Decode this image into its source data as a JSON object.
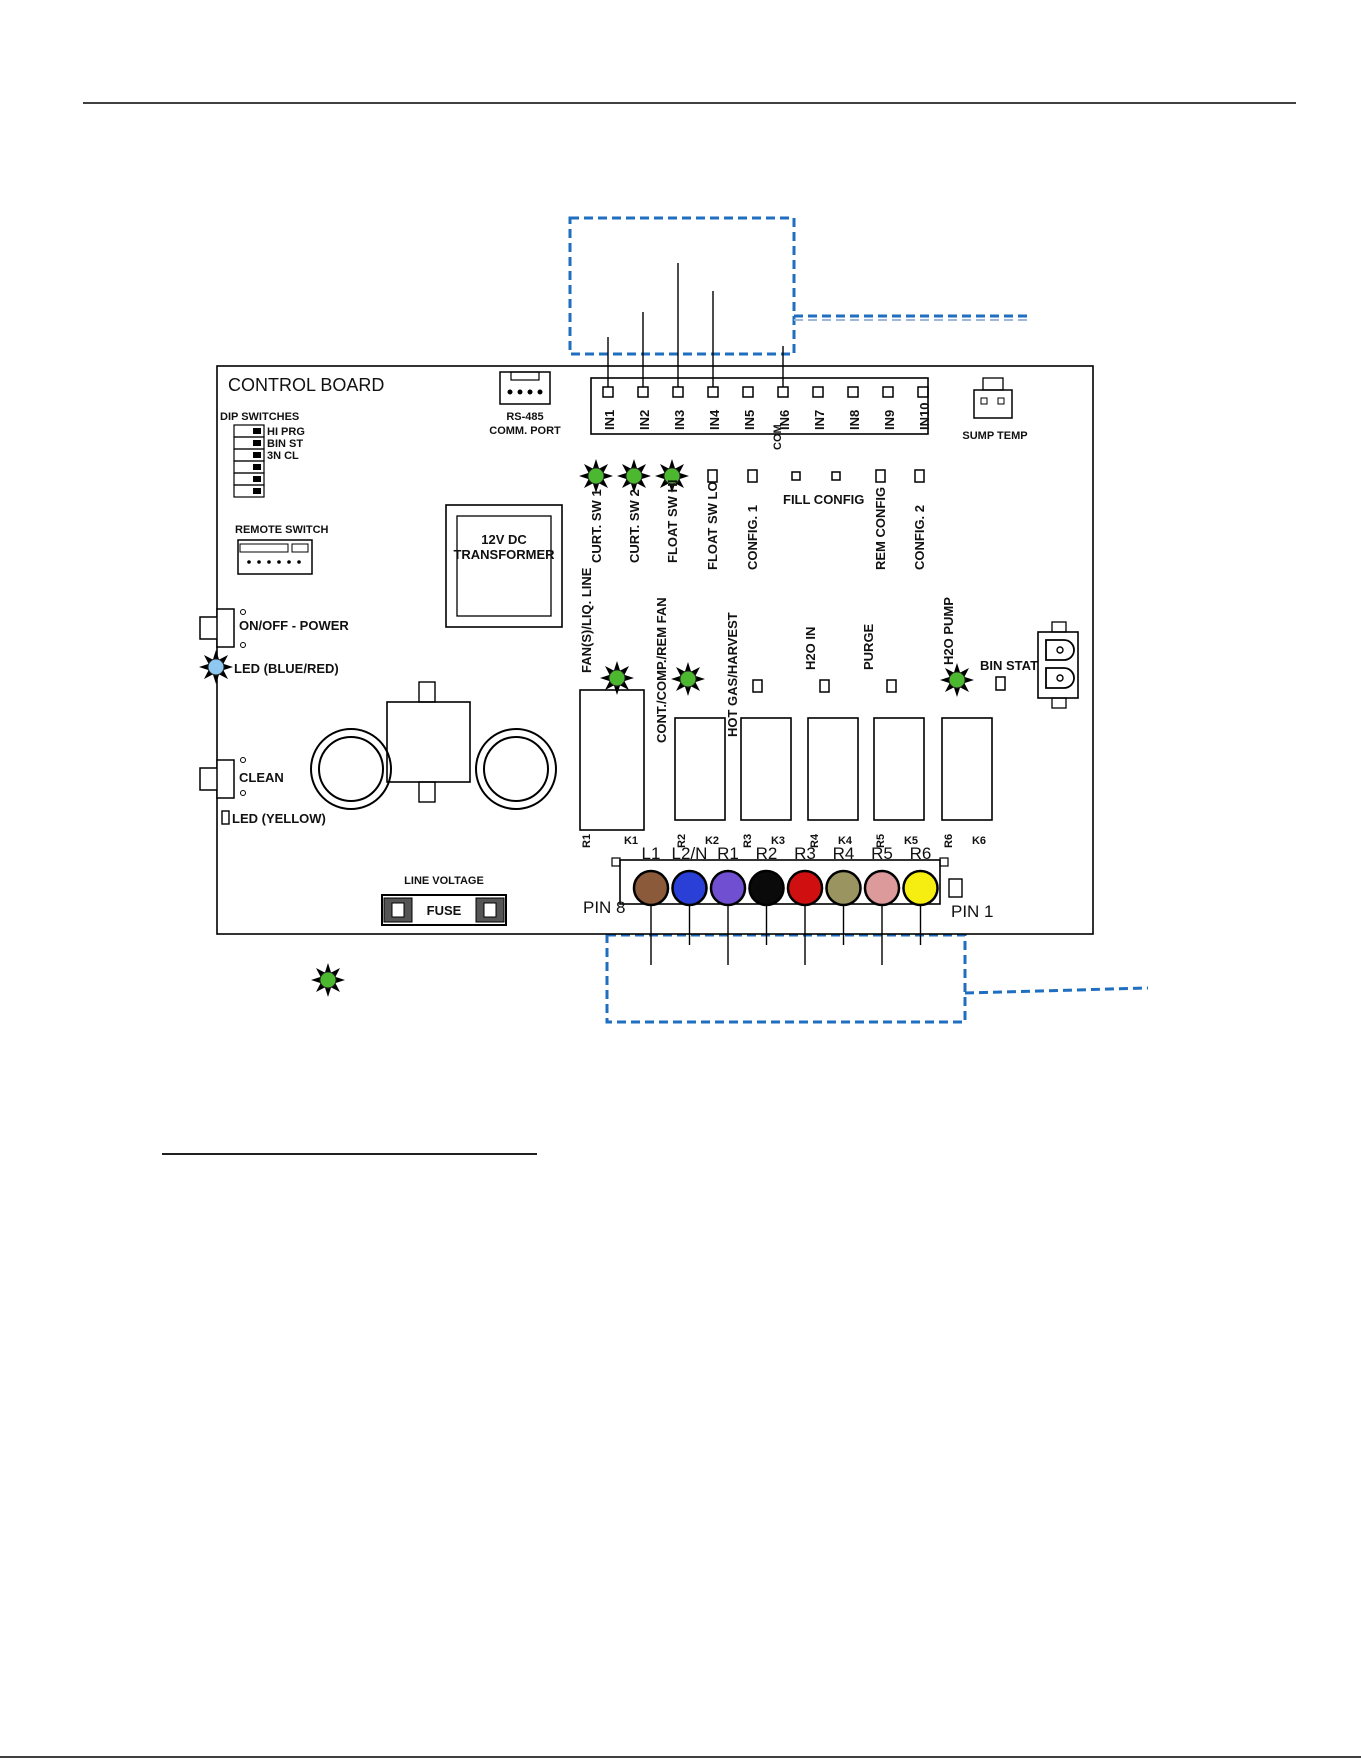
{
  "board": {
    "title": "CONTROL BOARD",
    "comm_port": {
      "line1": "RS-485",
      "line2": "COMM. PORT"
    },
    "sump_temp": "SUMP TEMP",
    "dip": {
      "header": "DIP SWITCHES",
      "labels": [
        "HI PRG",
        "BIN ST",
        "3N CL"
      ]
    },
    "remote_switch": "REMOTE SWITCH",
    "transformer": {
      "line1": "12V DC",
      "line2": "TRANSFORMER"
    },
    "power": {
      "button": "ON/OFF - POWER",
      "led": "LED (BLUE/RED)"
    },
    "clean": {
      "button": "CLEAN",
      "led": "LED (YELLOW)"
    },
    "line_voltage": "LINE VOLTAGE",
    "fuse": "FUSE",
    "pin8": "PIN 8",
    "pin1": "PIN 1",
    "bin_stat": "BIN STAT",
    "fill_config": "FILL CONFIG"
  },
  "inputs": [
    "IN1",
    "IN2",
    "IN3",
    "IN4",
    "IN5",
    "IN6",
    "IN7",
    "IN8",
    "IN9",
    "IN10"
  ],
  "com_label": "COM",
  "input_functions": [
    {
      "label": "CURT. SW 1",
      "led": "on"
    },
    {
      "label": "CURT. SW 2",
      "led": "on"
    },
    {
      "label": "FLOAT SW HI",
      "led": "on"
    },
    {
      "label": "FLOAT SW LO",
      "led": "off"
    },
    {
      "label": "CONFIG. 1",
      "led": "off"
    },
    {
      "label": "REM CONFIG",
      "led": "off"
    },
    {
      "label": "CONFIG. 2",
      "led": "off"
    }
  ],
  "relays": [
    {
      "label": "FAN(S)/LIQ. LINE",
      "pins": [
        "R1",
        "K1"
      ],
      "led": "on"
    },
    {
      "label": "CONT./COMP./REM FAN",
      "pins": [
        "R2",
        "K2"
      ],
      "led": "on"
    },
    {
      "label": "HOT GAS/HARVEST",
      "pins": [
        "R3",
        "K3"
      ],
      "led": "off"
    },
    {
      "label": "H2O IN",
      "pins": [
        "R4",
        "K4"
      ],
      "led": "off"
    },
    {
      "label": "PURGE",
      "pins": [
        "R5",
        "K5"
      ],
      "led": "off"
    },
    {
      "label": "H2O PUMP",
      "pins": [
        "R6",
        "K6"
      ],
      "led": "on"
    }
  ],
  "wires": [
    {
      "label": "L1",
      "color": "#8a5a3a"
    },
    {
      "label": "L2/N",
      "color": "#2a3fd6"
    },
    {
      "label": "R1",
      "color": "#7050d0"
    },
    {
      "label": "R2",
      "color": "#0a0a0a"
    },
    {
      "label": "R3",
      "color": "#d01010"
    },
    {
      "label": "R4",
      "color": "#9a9460"
    },
    {
      "label": "R5",
      "color": "#dc9a9a"
    },
    {
      "label": "R6",
      "color": "#f5ee10"
    }
  ],
  "colors": {
    "led_green": "#4cb830",
    "led_blue": "#8ec8f0",
    "callout_blue": "#1f6ec0",
    "board_border": "#000000"
  }
}
